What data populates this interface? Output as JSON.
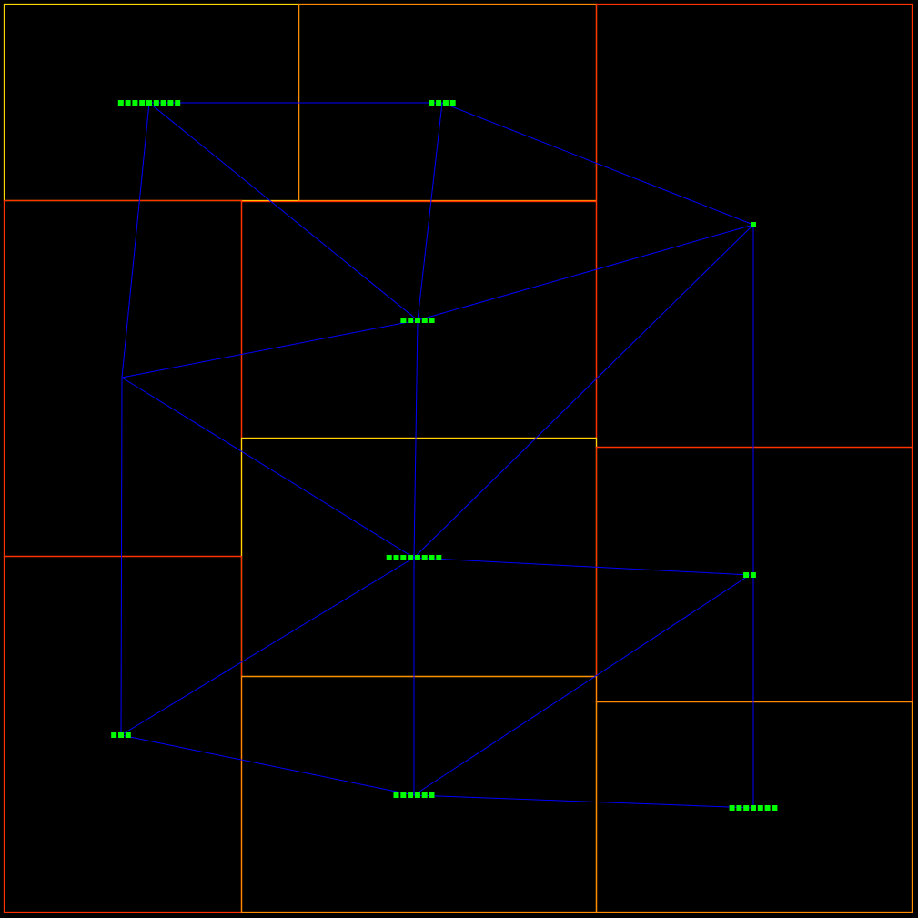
{
  "colors": {
    "background": "#000000",
    "edge": "#0000ff",
    "node": "#00ff00",
    "region_yellow": "#ffd700",
    "region_orange": "#ff8c00",
    "region_red": "#ff3300"
  },
  "diagram": {
    "regions": [
      {
        "id": "r-top-left",
        "color": "region_yellow"
      },
      {
        "id": "r-top-middle",
        "color": "region_orange"
      },
      {
        "id": "r-top-right",
        "color": "region_red"
      },
      {
        "id": "r-left-middle",
        "color": "region_red"
      },
      {
        "id": "r-center-upper",
        "color": "region_red"
      },
      {
        "id": "r-center-middle",
        "color": "region_yellow"
      },
      {
        "id": "r-right-middle",
        "color": "region_red"
      },
      {
        "id": "r-bottom-left",
        "color": "region_red"
      },
      {
        "id": "r-center-lower",
        "color": "region_orange"
      },
      {
        "id": "r-bottom-right",
        "color": "region_orange"
      }
    ],
    "nodes": [
      {
        "id": "n0",
        "squares": 9
      },
      {
        "id": "n1",
        "squares": 4
      },
      {
        "id": "n2",
        "squares": 1
      },
      {
        "id": "n3",
        "squares": 5
      },
      {
        "id": "n4",
        "squares": 0
      },
      {
        "id": "n5",
        "squares": 8
      },
      {
        "id": "n6",
        "squares": 2
      },
      {
        "id": "n7",
        "squares": 3
      },
      {
        "id": "n8",
        "squares": 6
      },
      {
        "id": "n9",
        "squares": 7
      }
    ],
    "edges": [
      [
        "n0",
        "n1"
      ],
      [
        "n0",
        "n3"
      ],
      [
        "n0",
        "n4"
      ],
      [
        "n1",
        "n3"
      ],
      [
        "n1",
        "n2"
      ],
      [
        "n2",
        "n3"
      ],
      [
        "n2",
        "n5"
      ],
      [
        "n2",
        "n9"
      ],
      [
        "n3",
        "n4"
      ],
      [
        "n3",
        "n5"
      ],
      [
        "n4",
        "n5"
      ],
      [
        "n4",
        "n7"
      ],
      [
        "n5",
        "n6"
      ],
      [
        "n5",
        "n7"
      ],
      [
        "n5",
        "n8"
      ],
      [
        "n6",
        "n8"
      ],
      [
        "n7",
        "n8"
      ],
      [
        "n8",
        "n9"
      ]
    ]
  }
}
